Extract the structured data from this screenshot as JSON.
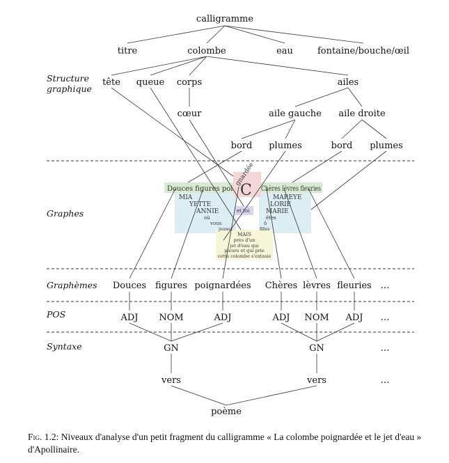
{
  "levels": {
    "structure_line1": "Structure",
    "structure_line2": "graphique",
    "graphes": "Graphes",
    "graphemes": "Graphèmes",
    "pos": "POS",
    "syntaxe": "Syntaxe"
  },
  "tree": {
    "root": "calligramme",
    "titre": "titre",
    "colombe": "colombe",
    "eau": "eau",
    "fontaine": "fontaine/bouche/œil",
    "tete": "tête",
    "queue": "queue",
    "corps": "corps",
    "ailes": "ailes",
    "coeur": "cœur",
    "aile_gauche": "aile gauche",
    "aile_droite": "aile droite",
    "bord_g": "bord",
    "plumes_g": "plumes",
    "bord_d": "bord",
    "plumes_d": "plumes"
  },
  "fragment": {
    "top_left": "Douces figures poi",
    "top_right": "Chères lèvres fleuries",
    "arc": "gnardée",
    "big_c": "C",
    "left_1": "MIA",
    "left_2": "YETTE",
    "left_3": "ANNIE",
    "left_4": "où",
    "left_5": "vous",
    "left_6": "jeunes",
    "right_1": "MAREYE",
    "right_2": "LORIE",
    "right_3": "MARIE",
    "right_4": "êtes",
    "right_5": "ô",
    "right_6": "filles",
    "center": "et toi",
    "bottom_1": "MAIS",
    "bottom_2": "près d'un",
    "bottom_3": "jet d'eau qui",
    "bottom_4": "pleure et qui prie",
    "bottom_5": "cette colombe s'extasie"
  },
  "graphemes": [
    "Douces",
    "figures",
    "poignardées",
    "Chères",
    "lèvres",
    "fleuries",
    "…"
  ],
  "pos": [
    "ADJ",
    "NOM",
    "ADJ",
    "ADJ",
    "NOM",
    "ADJ",
    "…"
  ],
  "syntax": {
    "gn_left": "GN",
    "gn_right": "GN",
    "dots_gn": "…",
    "vers_left": "vers",
    "vers_right": "vers",
    "dots_vers": "…",
    "poeme": "poème"
  },
  "caption": {
    "fig": "Fig. 1.2:",
    "text": " Niveaux d'analyse d'un petit fragment du calligramme « La colombe poignardée et le jet d'eau » d'Apollinaire."
  },
  "colors": {
    "green_region": "#d8ead2",
    "blue_region": "#dcedf3",
    "pink_region": "#f4d6d9",
    "yellow_region": "#f8f6d8",
    "purple_region": "#d9d5ee"
  }
}
